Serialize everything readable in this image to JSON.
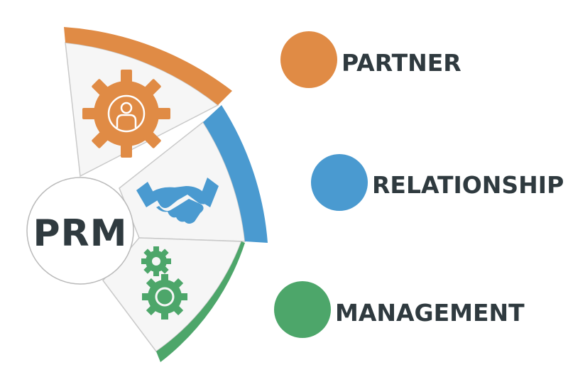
{
  "diagram": {
    "hub_label": "PRM",
    "colors": {
      "orange": "#e08b45",
      "blue": "#4a9ad0",
      "green": "#4da66a",
      "text": "#2f3a3f",
      "segment_fill": "#f6f6f6",
      "segment_stroke": "#c9c9c9"
    },
    "items": [
      {
        "label": "PARTNER",
        "icon": "person-gear-icon"
      },
      {
        "label": "RELATIONSHIP",
        "icon": "handshake-icon"
      },
      {
        "label": "MANAGEMENT",
        "icon": "gears-icon"
      }
    ]
  }
}
